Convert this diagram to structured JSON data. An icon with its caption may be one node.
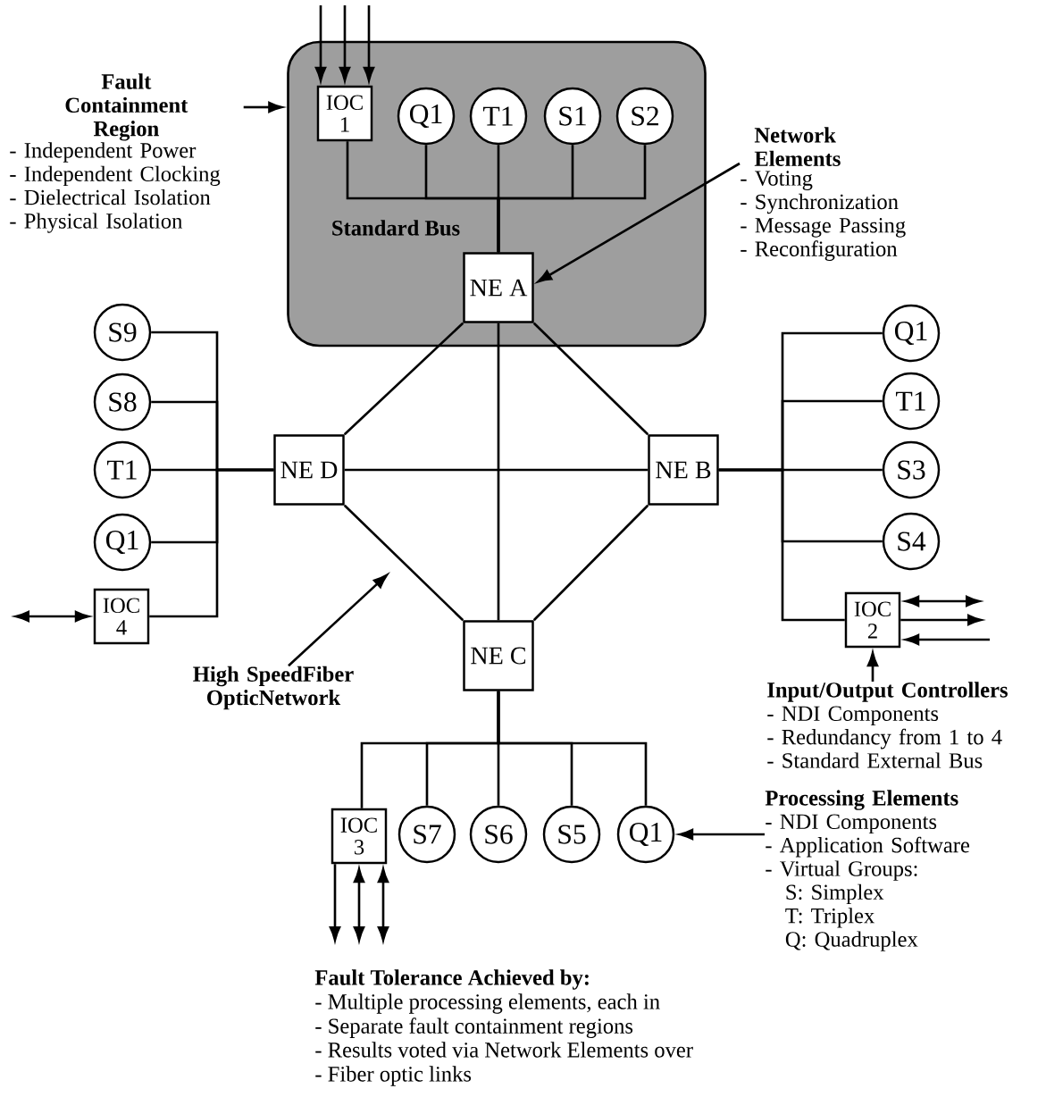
{
  "diagram": {
    "nodes": [
      {
        "text": [],
        "shape": "box"
      },
      {
        "text": [
          "IOC 1"
        ],
        "in": 0
      },
      {
        "text": [
          "Q1"
        ],
        "in": 0
      },
      {
        "text": [
          "T1"
        ],
        "in": 0
      },
      {
        "text": [
          "S1"
        ],
        "in": 0
      },
      {
        "text": [
          "S2"
        ],
        "in": 0
      },
      {
        "text": [
          "NE A"
        ],
        "in": 0
      },
      {
        "text": [
          "NE D"
        ]
      },
      {
        "text": [
          "NE B"
        ]
      },
      {
        "text": [
          "NE C"
        ]
      },
      {
        "text": [
          "S9"
        ]
      },
      {
        "text": [
          "S8"
        ]
      },
      {
        "text": [
          "T1"
        ]
      },
      {
        "text": [
          "Q1"
        ]
      },
      {
        "text": [
          "IOC 4"
        ]
      },
      {
        "text": [
          "Q1"
        ]
      },
      {
        "text": [
          "T1"
        ]
      },
      {
        "text": [
          "S3"
        ]
      },
      {
        "text": [
          "S4"
        ]
      },
      {
        "text": [
          "IOC 2"
        ]
      },
      {
        "text": [
          "IOC 3"
        ]
      },
      {
        "text": [
          "S7"
        ]
      },
      {
        "text": [
          "S6"
        ]
      },
      {
        "text": [
          "S5"
        ]
      },
      {
        "text": [
          "Q1"
        ]
      },
      {
        "text": [
          "Fault Containment Region",
          "- Independent Power",
          "- Independent Clocking",
          "- Dielectrical Isolation",
          "- Physical Isolation"
        ]
      },
      {
        "text": [
          "Network Elements",
          "- Voting",
          "- Synchronization",
          "- Message Passing",
          "- Reconfiguration"
        ]
      },
      {
        "text": [
          "High SpeedFiber OpticNetwork"
        ]
      },
      {
        "text": [
          "Input/Output Controllers",
          "- NDI Components",
          "- Redundancy from 1 to 4",
          "- Standard External Bus"
        ]
      },
      {
        "text": [
          "Processing Elements",
          "- NDI Components",
          "- Application Software",
          "- Virtual Groups:",
          "S: Simplex",
          "T: Triplex",
          "Q: Quadruplex"
        ]
      }
    ],
    "edges": [
      {
        "from": 1,
        "to": 6,
        "arrow": "none"
      },
      {
        "from": 2,
        "to": 6,
        "arrow": "none"
      },
      {
        "from": 3,
        "to": 6,
        "arrow": "none"
      },
      {
        "from": 4,
        "to": 6,
        "arrow": "none"
      },
      {
        "from": 5,
        "to": 6,
        "arrow": "none"
      },
      {
        "from": 6,
        "to": 8,
        "arrow": "none"
      },
      {
        "from": 8,
        "to": 9,
        "arrow": "none"
      },
      {
        "from": 9,
        "to": 7,
        "arrow": "none"
      },
      {
        "from": 7,
        "to": 6,
        "arrow": "none"
      },
      {
        "from": 6,
        "to": 9,
        "arrow": "none"
      },
      {
        "from": 7,
        "to": 8,
        "arrow": "none"
      },
      {
        "from": 10,
        "to": 7,
        "arrow": "none"
      },
      {
        "from": 11,
        "to": 7,
        "arrow": "none"
      },
      {
        "from": 12,
        "to": 7,
        "arrow": "none"
      },
      {
        "from": 13,
        "to": 7,
        "arrow": "none"
      },
      {
        "from": 14,
        "to": 7,
        "arrow": "none"
      },
      {
        "from": 15,
        "to": 8,
        "arrow": "none"
      },
      {
        "from": 16,
        "to": 8,
        "arrow": "none"
      },
      {
        "from": 17,
        "to": 8,
        "arrow": "none"
      },
      {
        "from": 18,
        "to": 8,
        "arrow": "none"
      },
      {
        "from": 19,
        "to": 8,
        "arrow": "none"
      },
      {
        "from": 20,
        "to": 9,
        "arrow": "none"
      },
      {
        "from": 21,
        "to": 9,
        "arrow": "none"
      },
      {
        "from": 22,
        "to": 9,
        "arrow": "none"
      },
      {
        "from": 23,
        "to": 9,
        "arrow": "none"
      },
      {
        "from": 24,
        "to": 9,
        "arrow": "none"
      },
      {
        "from": null,
        "to": 1,
        "arrow": "to"
      },
      {
        "from": null,
        "to": 1,
        "arrow": "to"
      },
      {
        "from": null,
        "to": 1,
        "arrow": "to"
      },
      {
        "from": null,
        "to": 14,
        "arrow": "both"
      },
      {
        "from": null,
        "to": 19,
        "arrow": "both"
      },
      {
        "from": 19,
        "to": null,
        "arrow": "to"
      },
      {
        "from": null,
        "to": 19,
        "arrow": "to"
      },
      {
        "from": 20,
        "to": null,
        "arrow": "to"
      },
      {
        "from": 20,
        "to": null,
        "arrow": "both"
      },
      {
        "from": 20,
        "to": null,
        "arrow": "both"
      },
      {
        "from": 25,
        "to": 0,
        "arrow": "to"
      },
      {
        "from": 26,
        "to": 6,
        "arrow": "to"
      },
      {
        "from": 27,
        "to": null,
        "arrow": "to"
      },
      {
        "from": 28,
        "to": 19,
        "arrow": "to"
      },
      {
        "from": 29,
        "to": 24,
        "arrow": "to"
      }
    ],
    "labels": [
      "Standard Bus",
      "Fault Tolerance Achieved by:",
      "- Multiple processing elements, each in",
      "- Separate fault containment regions",
      "- Results voted via Network Elements over",
      "- Fiber optic links"
    ]
  }
}
